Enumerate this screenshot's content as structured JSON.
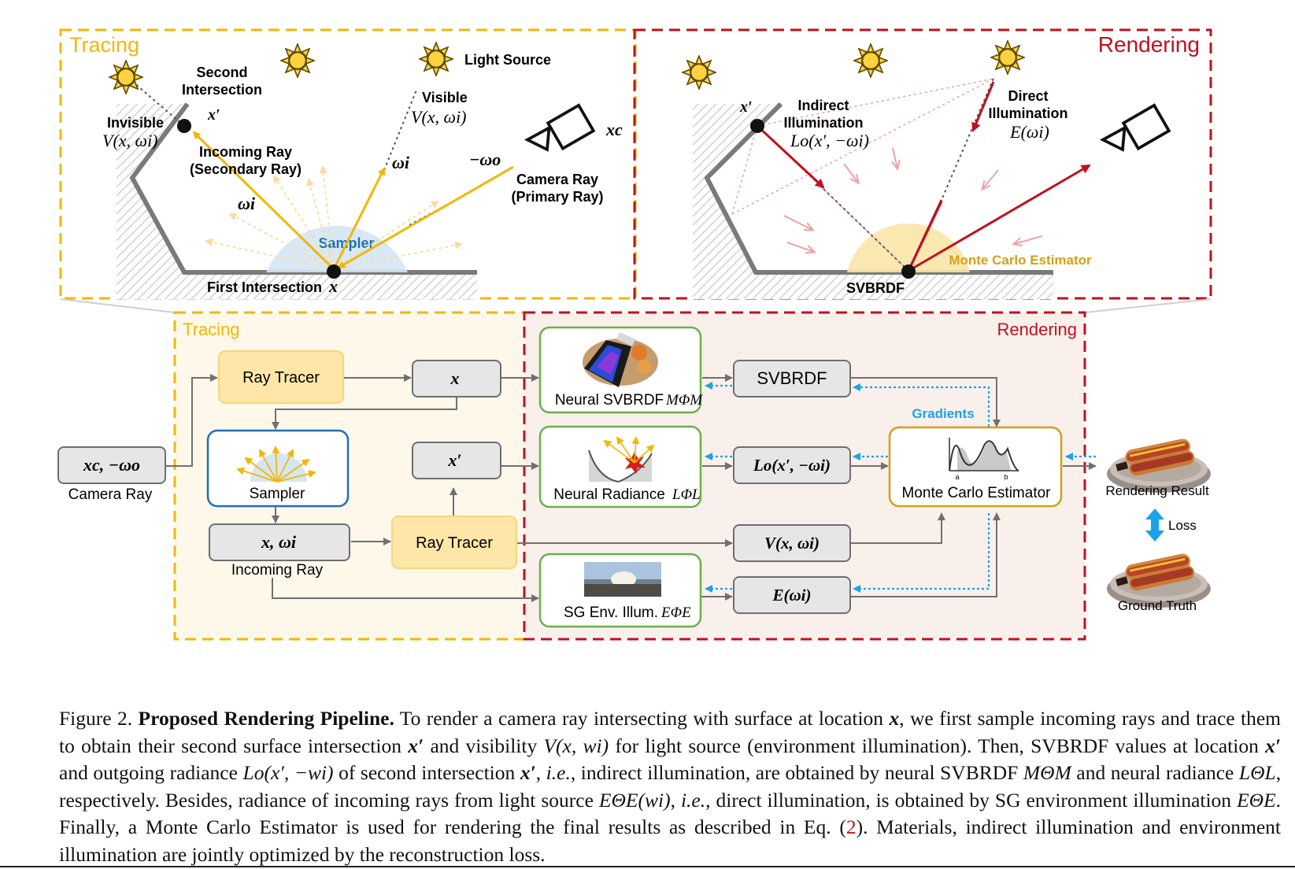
{
  "top_left": {
    "title": "Tracing",
    "second_intersection_line1": "Second",
    "second_intersection_line2": "Intersection",
    "light_source": "Light Source",
    "visible": "Visible",
    "visible_math": "V(x, ωi)",
    "invisible": "Invisible",
    "invisible_math": "V(x, ωi)",
    "x_prime": "x′",
    "incoming_ray_line1": "Incoming Ray",
    "incoming_ray_line2": "(Secondary Ray)",
    "omega_i_a": "ωi",
    "omega_i_b": "ωi",
    "neg_omega_o": "−ωo",
    "x_c": "xc",
    "camera_ray_line1": "Camera Ray",
    "camera_ray_line2": "(Primary Ray)",
    "sampler": "Sampler",
    "first_intersection": "First Intersection",
    "first_intersection_math": "x"
  },
  "top_right": {
    "title": "Rendering",
    "x_prime": "x′",
    "indirect_line1": "Indirect",
    "indirect_line2": "Illumination",
    "indirect_math": "Lo(x′, −ωi)",
    "direct_line1": "Direct",
    "direct_line2": "Illumination",
    "direct_math": "E(ωi)",
    "monte_carlo": "Monte Carlo Estimator",
    "svbrdf": "SVBRDF"
  },
  "pipeline": {
    "tracing_title": "Tracing",
    "rendering_title": "Rendering",
    "camera_ray_math": "xc, −ωo",
    "camera_ray_label": "Camera Ray",
    "ray_tracer_1": "Ray Tracer",
    "x_box": "x",
    "sampler": "Sampler",
    "x_prime_box": "x′",
    "incoming_math": "x, ωi",
    "incoming_label": "Incoming Ray",
    "ray_tracer_2": "Ray Tracer",
    "neural_svbrdf": "Neural SVBRDF",
    "neural_svbrdf_math": "MΦM",
    "neural_radiance": "Neural Radiance",
    "neural_radiance_math": "LΦL",
    "sg_env": "SG Env. Illum.",
    "sg_env_math": "EΦE",
    "svbrdf_box": "SVBRDF",
    "lo_box": "Lo(x′, −ωi)",
    "v_box": "V(x, ωi)",
    "e_box": "E(ωi)",
    "gradients": "Gradients",
    "monte_carlo": "Monte Carlo Estimator",
    "mc_a": "a",
    "mc_b": "b",
    "rendering_result": "Rendering Result",
    "loss": "Loss",
    "ground_truth": "Ground Truth"
  },
  "caption": {
    "figure_label": "Figure 2.",
    "title": "Proposed Rendering Pipeline.",
    "body_1": "To render a camera ray intersecting with surface at location",
    "m_x": "x",
    "body_2": ", we first sample incoming rays and trace them to obtain their second surface intersection",
    "m_xp": "x′",
    "body_3": "and visibility",
    "m_v": "V(x, wi)",
    "body_4": "for light source (environment illumination). Then, SVBRDF values at location",
    "m_xp2": "x′",
    "body_5": "and outgoing radiance",
    "m_lo": "Lo(x′, −wi)",
    "body_6": "of second intersection",
    "m_xp3": "x′",
    "ie_1": "i.e.",
    "body_7": ", indirect illumination, are obtained by neural SVBRDF",
    "m_m": "MΘM",
    "body_8": "and neural radiance",
    "m_l": "LΘL",
    "body_9": ", respectively. Besides, radiance of incoming rays from light source",
    "m_e": "EΘE(wi)",
    "ie_2": "i.e.",
    "body_10": ", direct illumination, is obtained by SG environment illumination",
    "m_e2": "EΘE",
    "body_11": ". Finally, a Monte Carlo Estimator is used for rendering the final results as described in Eq. (",
    "ref": "2",
    "body_12": "). Materials, indirect illumination and environment illumination are jointly optimized by the reconstruction loss."
  },
  "colors": {
    "tracing_yellow": "#f2b705",
    "rendering_red": "#c0111f",
    "ray_orange": "#f2b705",
    "box_green": "#6ab04c",
    "box_blue": "#1f6fb5",
    "gradient_blue": "#1aa3e8",
    "mc_gold": "#d4a017",
    "loss_blue": "#1aa3e8"
  }
}
